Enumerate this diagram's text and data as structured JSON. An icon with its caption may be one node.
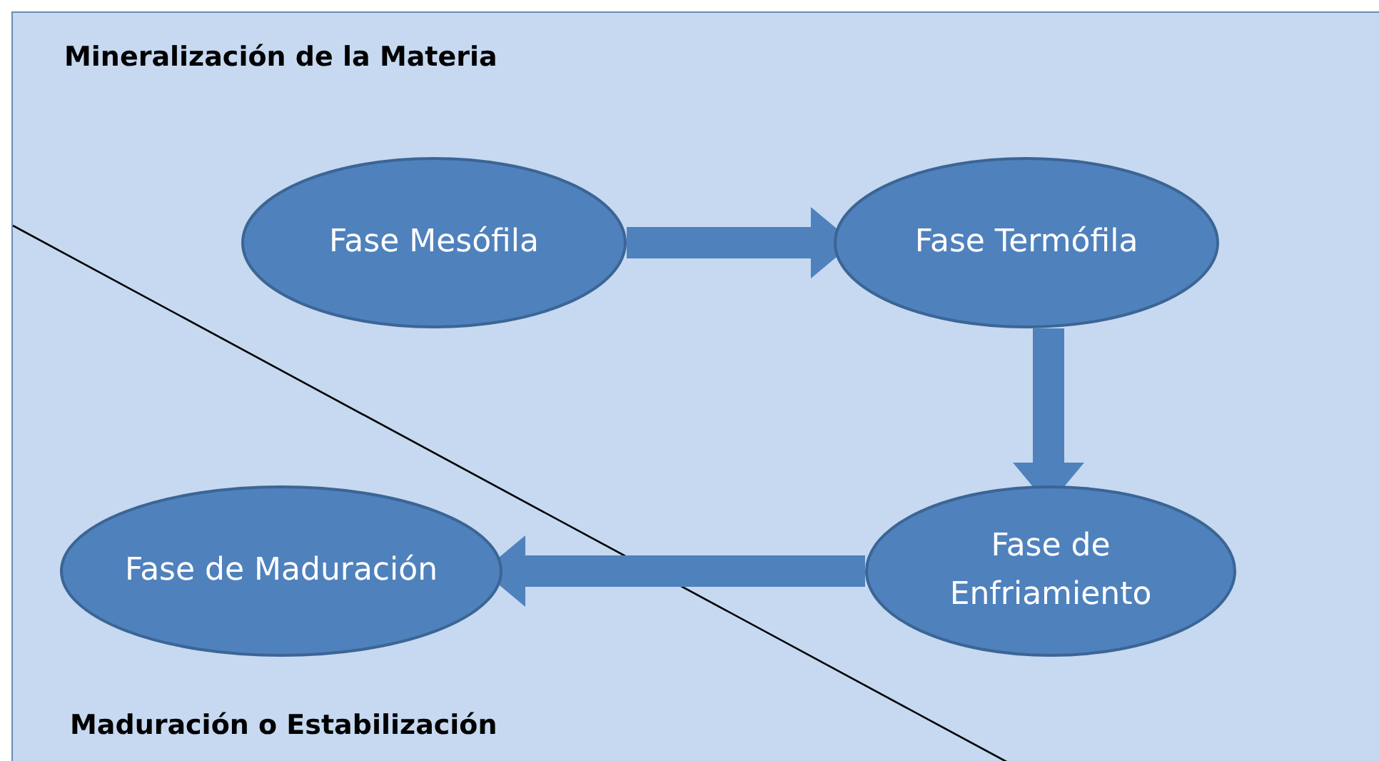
{
  "diagram": {
    "nodes": [
      {
        "text": [
          "Fase Mesófila"
        ]
      },
      {
        "text": [
          "Fase Termófila"
        ]
      },
      {
        "text": [
          "Fase de Enfriamiento"
        ]
      },
      {
        "text": [
          "Fase de Maduración"
        ]
      }
    ],
    "edges": [
      {
        "from": 0,
        "to": 1,
        "arrow": "to"
      },
      {
        "from": 1,
        "to": 2,
        "arrow": "to"
      },
      {
        "from": 2,
        "to": 3,
        "arrow": "to"
      }
    ],
    "labels": [
      "Mineralización de la Materia",
      "Maduración o Estabilización"
    ]
  }
}
